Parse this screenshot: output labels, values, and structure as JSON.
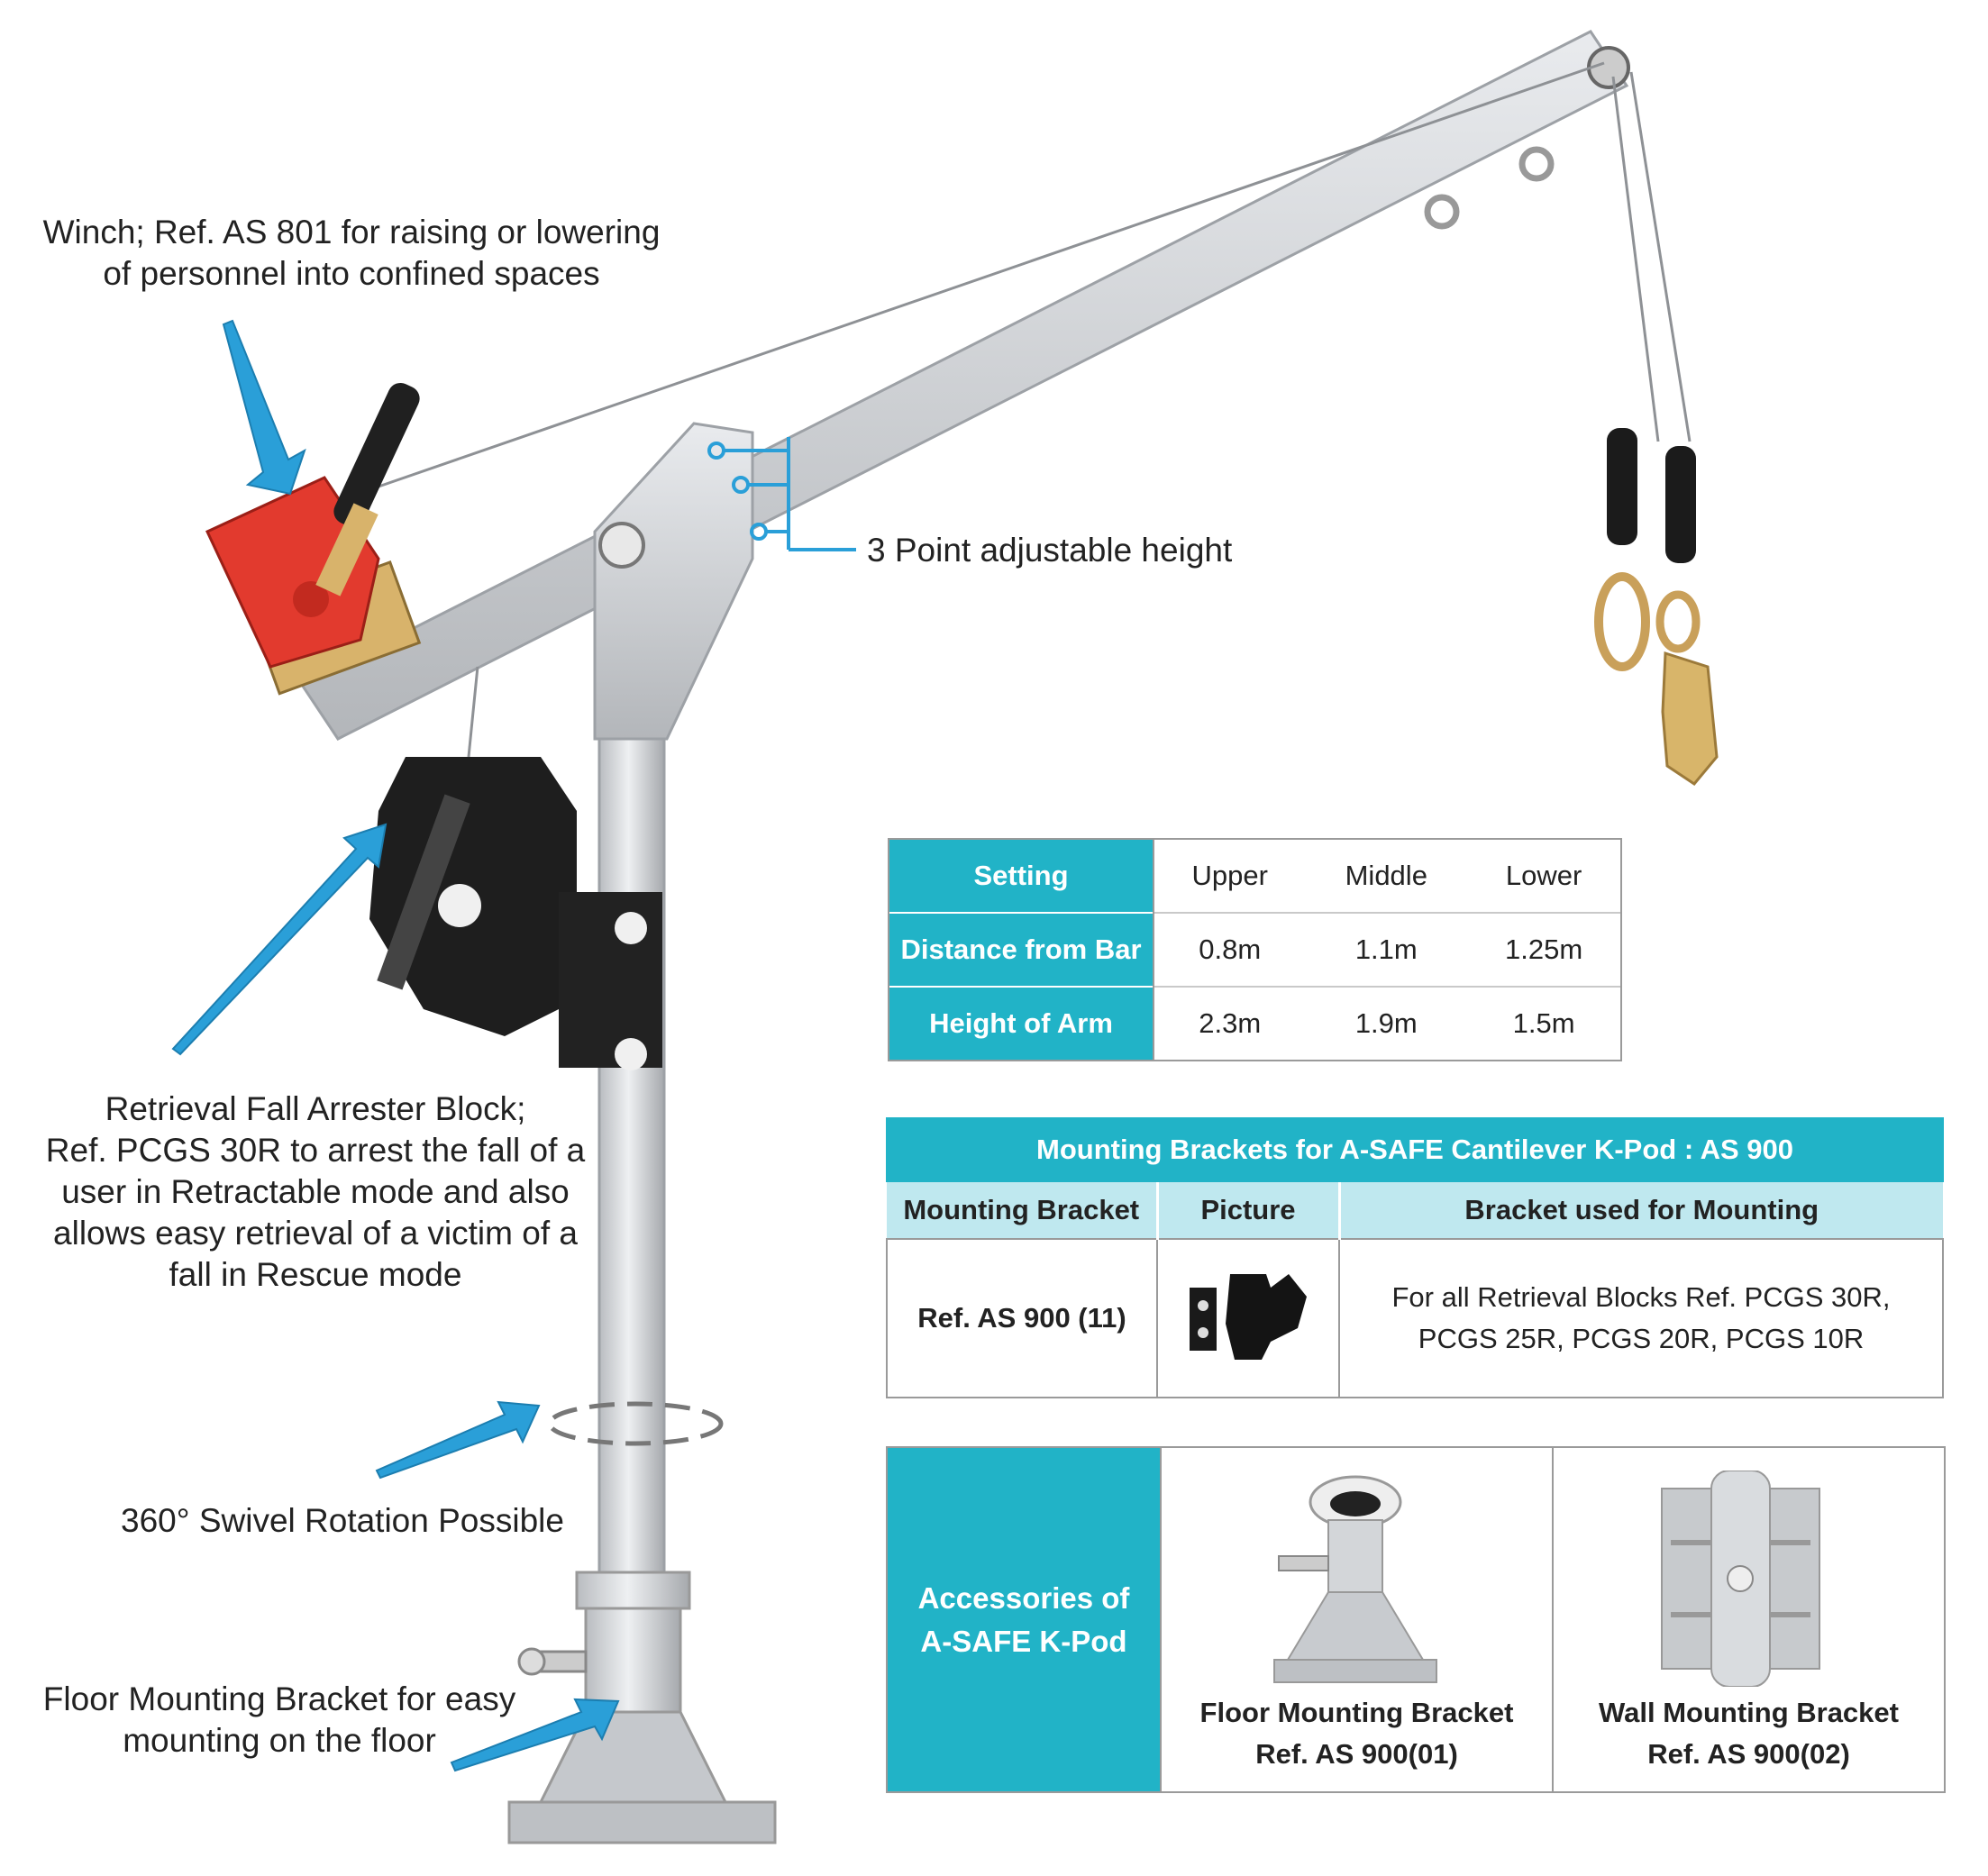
{
  "callouts": {
    "winch": [
      "Winch; Ref. AS 801 for raising or lowering",
      "of personnel into confined spaces"
    ],
    "adjustable": "3 Point adjustable height",
    "retrieval": [
      "Retrieval Fall Arrester Block;",
      "Ref. PCGS 30R to arrest the fall of a",
      "user in Retractable mode and also",
      "allows easy retrieval of a victim of a",
      "fall in Rescue mode"
    ],
    "swivel": "360° Swivel Rotation Possible",
    "floor": [
      "Floor Mounting Bracket for easy",
      "mounting on the floor"
    ]
  },
  "settings_table": {
    "header": "Setting",
    "columns": [
      "Upper",
      "Middle",
      "Lower"
    ],
    "rows": [
      {
        "label": "Distance from Bar",
        "values": [
          "0.8m",
          "1.1m",
          "1.25m"
        ]
      },
      {
        "label": "Height of Arm",
        "values": [
          "2.3m",
          "1.9m",
          "1.5m"
        ]
      }
    ]
  },
  "brackets_table": {
    "title": "Mounting Brackets for A-SAFE Cantilever K-Pod : AS 900",
    "headers": [
      "Mounting Bracket",
      "Picture",
      "Bracket used for Mounting"
    ],
    "row": {
      "ref": "Ref. AS 900 (11)",
      "desc": [
        "For all Retrieval Blocks Ref. PCGS 30R,",
        "PCGS 25R, PCGS 20R, PCGS 10R"
      ]
    }
  },
  "accessories": {
    "label": [
      "Accessories of",
      "A-SAFE K-Pod"
    ],
    "items": [
      {
        "name": "Floor Mounting Bracket",
        "ref": "Ref. AS 900(01)"
      },
      {
        "name": "Wall Mounting Bracket",
        "ref": "Ref. AS 900(02)"
      }
    ]
  },
  "colors": {
    "accent": "#21b3c7",
    "accent_light": "#bfe8ef",
    "callout_arrow": "#2a9fd8",
    "winch_red": "#e23a2e"
  }
}
